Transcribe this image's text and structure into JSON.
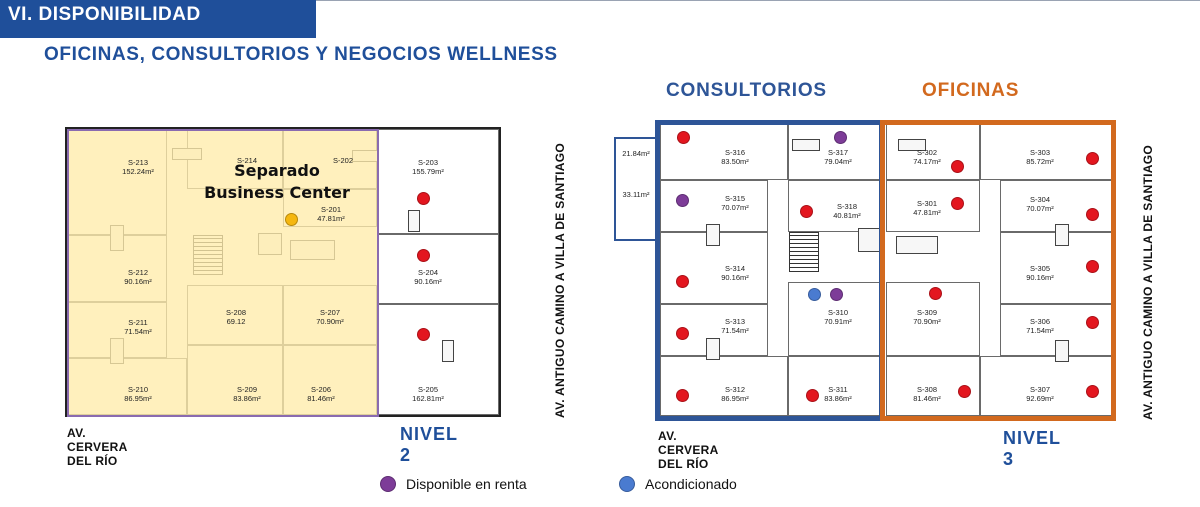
{
  "header": {
    "section_title": "VI. DISPONIBILIDAD",
    "subtitle": "OFICINAS, CONSULTORIOS Y NEGOCIOS WELLNESS"
  },
  "nivel2": {
    "level_label": "NIVEL 2",
    "street_bottom": "AV. CERVERA DEL RÍO",
    "street_side": "AV. ANTIGUO CAMINO A VILLA DE SANTIAGO",
    "separado_line1": "Separado",
    "separado_line2": "Business Center",
    "units": [
      {
        "id": "S-213",
        "area": "152.24m²",
        "status": "separado"
      },
      {
        "id": "S-214",
        "area": "",
        "status": "separado"
      },
      {
        "id": "S-202",
        "area": "",
        "status": "separado"
      },
      {
        "id": "S-201",
        "area": "47.81m²",
        "status": "separado"
      },
      {
        "id": "S-212",
        "area": "90.16m²",
        "status": "separado"
      },
      {
        "id": "S-211",
        "area": "71.54m²",
        "status": "separado"
      },
      {
        "id": "S-210",
        "area": "86.95m²",
        "status": "separado"
      },
      {
        "id": "S-208",
        "area": "69.12",
        "status": "separado"
      },
      {
        "id": "S-207",
        "area": "70.90m²",
        "status": "separado"
      },
      {
        "id": "S-209",
        "area": "83.86m²",
        "status": "separado"
      },
      {
        "id": "S-206",
        "area": "81.46m²",
        "status": "separado"
      },
      {
        "id": "S-203",
        "area": "155.79m²",
        "status": "red"
      },
      {
        "id": "S-204",
        "area": "90.16m²",
        "status": "red"
      },
      {
        "id": "S-205",
        "area": "162.81m²",
        "status": "red"
      }
    ]
  },
  "nivel3": {
    "level_label": "NIVEL 3",
    "street_bottom": "AV. CERVERA DEL RÍO",
    "street_side": "AV. ANTIGUO CAMINO A VILLA DE SANTIAGO",
    "consultorios_title": "CONSULTORIOS",
    "oficinas_title": "OFICINAS",
    "annex": [
      {
        "area": "21.84m²"
      },
      {
        "area": "33.11m²"
      }
    ],
    "units": [
      {
        "id": "S-316",
        "area": "83.50m²"
      },
      {
        "id": "S-317",
        "area": "79.04m²"
      },
      {
        "id": "S-315",
        "area": "70.07m²"
      },
      {
        "id": "S-318",
        "area": "40.81m²"
      },
      {
        "id": "S-314",
        "area": "90.16m²"
      },
      {
        "id": "S-313",
        "area": "71.54m²"
      },
      {
        "id": "S-310",
        "area": "70.91m²"
      },
      {
        "id": "S-312",
        "area": "86.95m²"
      },
      {
        "id": "S-311",
        "area": "83.86m²"
      },
      {
        "id": "S-302",
        "area": "74.17m²"
      },
      {
        "id": "S-303",
        "area": "85.72m²"
      },
      {
        "id": "S-301",
        "area": "47.81m²"
      },
      {
        "id": "S-304",
        "area": "70.07m²"
      },
      {
        "id": "S-305",
        "area": "90.16m²"
      },
      {
        "id": "S-309",
        "area": "70.90m²"
      },
      {
        "id": "S-306",
        "area": "71.54m²"
      },
      {
        "id": "S-308",
        "area": "81.46m²"
      },
      {
        "id": "S-307",
        "area": "92.69m²"
      }
    ]
  },
  "legend": {
    "available_label": "Disponible en renta",
    "conditioned_label": "Acondicionado"
  },
  "colors": {
    "brand_blue": "#1f4f9a",
    "oficinas_orange": "#d2691e",
    "consultorios_blue": "#2e5597",
    "available_purple": "#7d3c98",
    "conditioned_blue": "#4a7bd0",
    "red_dot": "#e3161f",
    "separado_yellow": "#ffecaa"
  }
}
